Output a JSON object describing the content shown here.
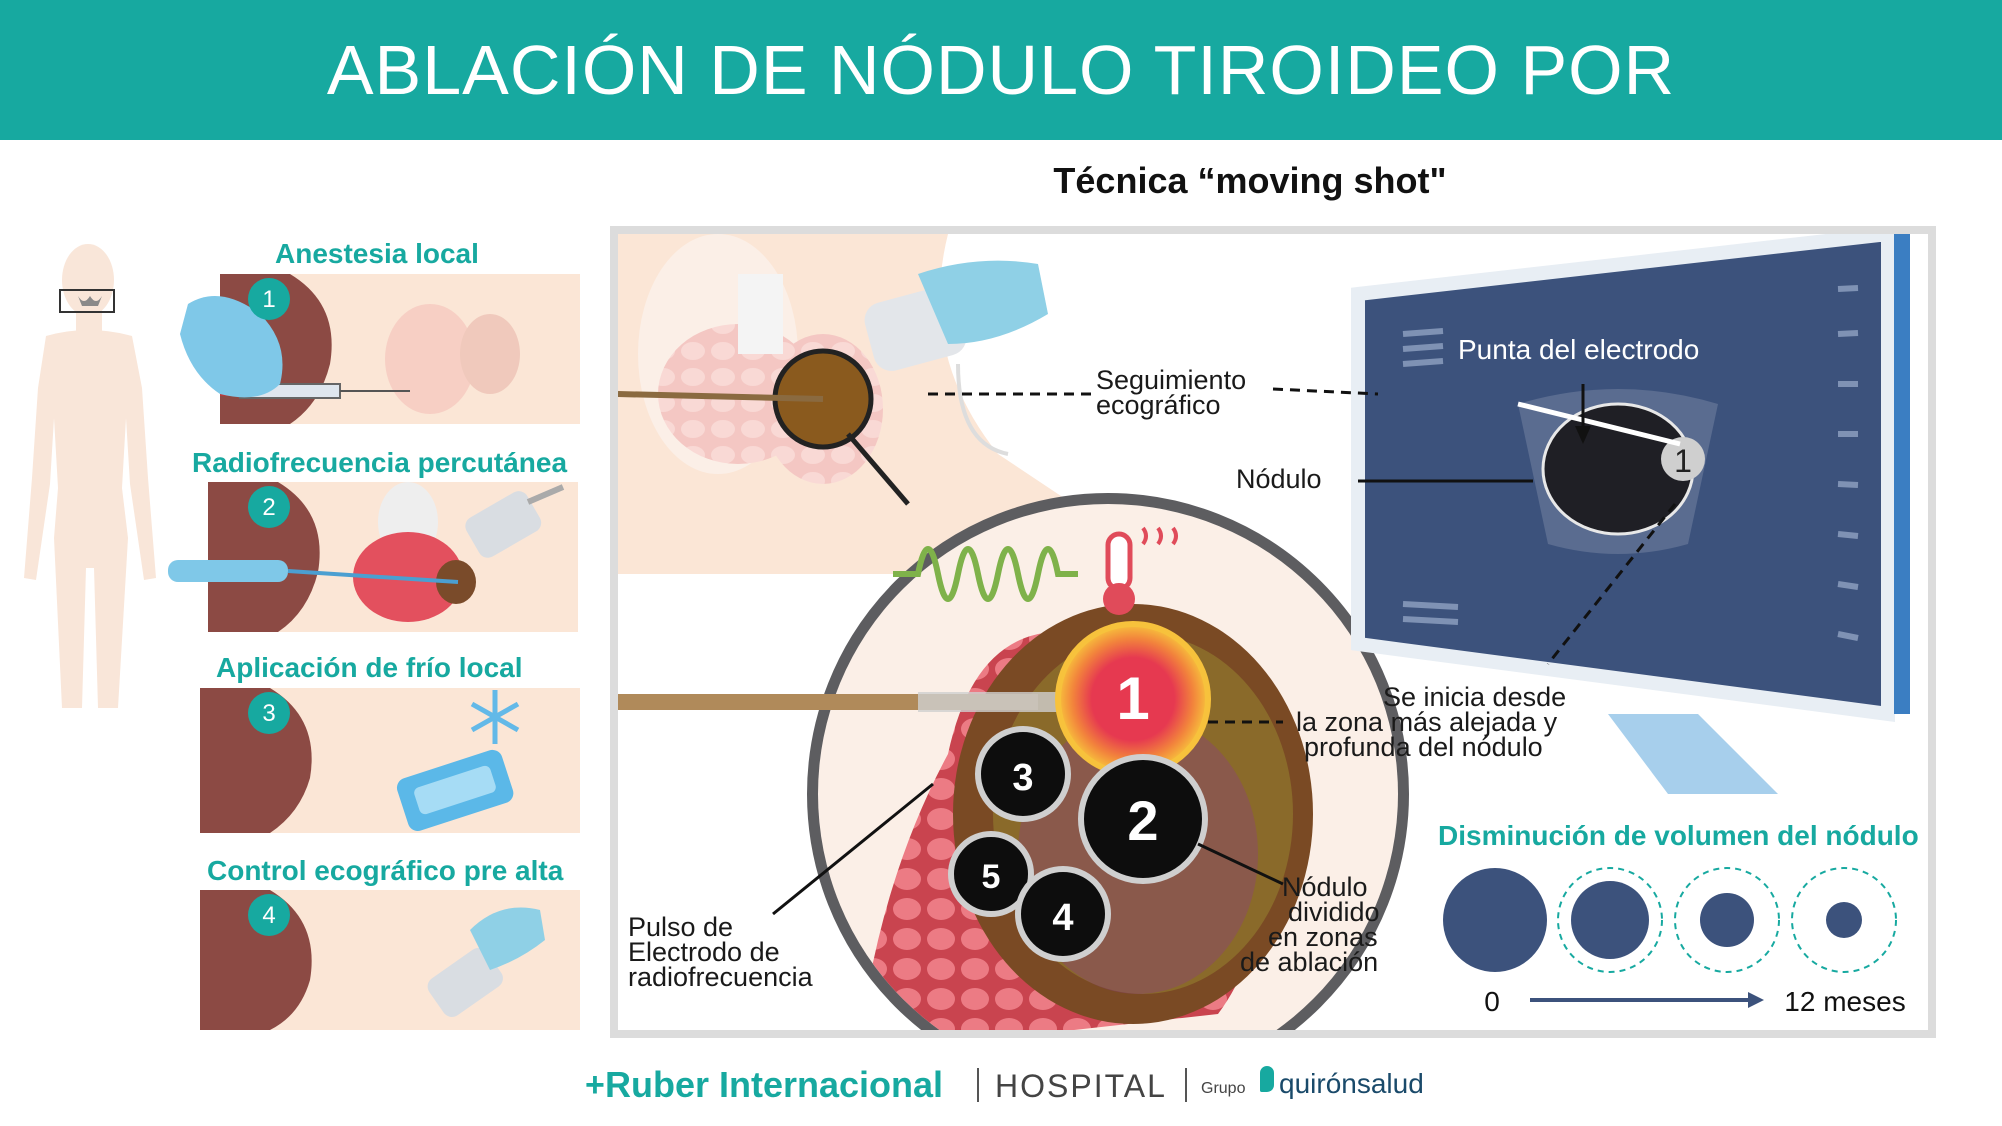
{
  "header": {
    "title": "ABLACIÓN DE NÓDULO TIROIDEO POR RADIOFRECUENCIA"
  },
  "technique": {
    "title": "Técnica “moving shot\""
  },
  "steps": [
    {
      "number": "1",
      "label": "Anestesia local"
    },
    {
      "number": "2",
      "label": "Radiofrecuencia percutánea"
    },
    {
      "number": "3",
      "label": "Aplicación de frío local"
    },
    {
      "number": "4",
      "label": "Control ecográfico pre alta"
    }
  ],
  "diagram": {
    "labels": {
      "tracking_line1": "Seguimiento",
      "tracking_line2": "ecográfico",
      "electrode_tip": "Punta del electrodo",
      "nodule": "Nódulo",
      "start_line1": "Se inicia desde",
      "start_line2": "la zona más alejada y",
      "start_line3": "profunda del nódulo",
      "divided_line1": "Nódulo",
      "divided_line2": "dividido",
      "divided_line3": "en zonas",
      "divided_line4": "de ablación",
      "pulse_line1": "Pulso de",
      "pulse_line2": "Electrodo de",
      "pulse_line3": "radiofrecuencia"
    },
    "ablation_zones": [
      "1",
      "2",
      "3",
      "4",
      "5"
    ],
    "screen_zone": "1"
  },
  "volume": {
    "title": "Disminución de volumen del nódulo",
    "start_label": "0",
    "end_label": "12 meses"
  },
  "footer": {
    "brand": "Ruber Internacional",
    "hospital": "HOSPITAL",
    "grupo": "Grupo",
    "group_name": "quirónsalud"
  },
  "colors": {
    "teal": "#17a9a0",
    "navy": "#3c527c",
    "zone1": "#e63950",
    "tissue": "#e8747c"
  },
  "icons": [
    "human-silhouette-icon",
    "syringe-icon",
    "ultrasound-probe-icon",
    "snowflake-icon",
    "ice-pack-icon",
    "thermometer-icon",
    "wave-icon"
  ]
}
